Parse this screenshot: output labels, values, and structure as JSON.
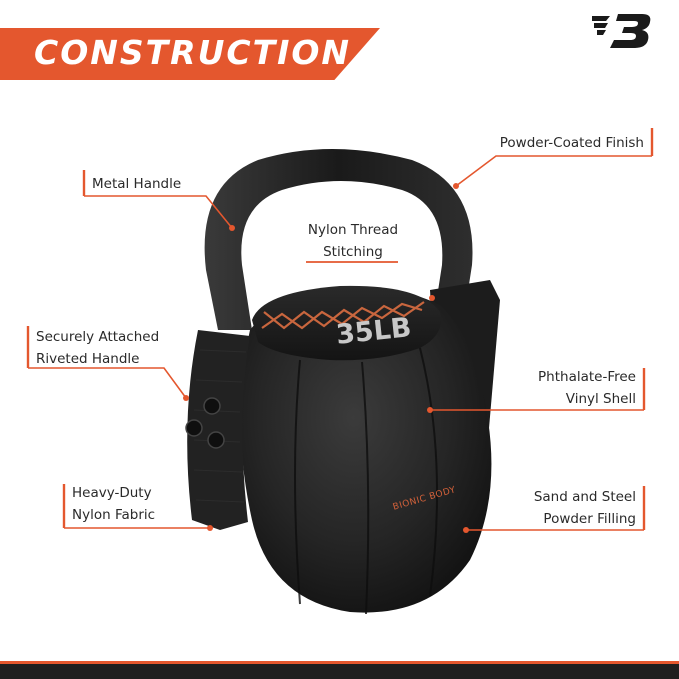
{
  "header": {
    "title": "CONSTRUCTION",
    "accent_color": "#e4572e"
  },
  "logo": {
    "icon": "bionic-body-b-logo-icon"
  },
  "product": {
    "weight_label": "35LB",
    "brand_label": "BIONIC BODY"
  },
  "callouts": {
    "metal_handle": "Metal Handle",
    "powder_coated": "Powder-Coated Finish",
    "nylon_thread_1": "Nylon Thread",
    "nylon_thread_2": "Stitching",
    "riveted_1": "Securely Attached",
    "riveted_2": "Riveted Handle",
    "phthalate_1": "Phthalate-Free",
    "phthalate_2": "Vinyl Shell",
    "heavy_duty_1": "Heavy-Duty",
    "heavy_duty_2": "Nylon Fabric",
    "sand_1": "Sand and Steel",
    "sand_2": "Powder Filling"
  }
}
